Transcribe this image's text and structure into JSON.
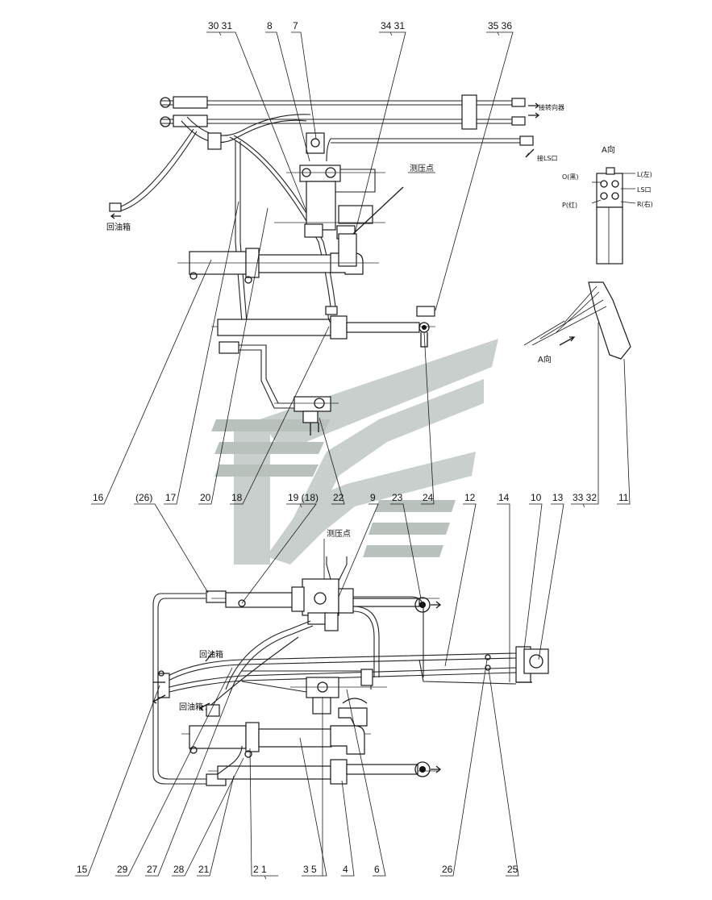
{
  "callouts": {
    "top": [
      "30  31",
      "8",
      "7",
      "34  31",
      "35  36"
    ],
    "middle": [
      "16",
      "17",
      "20",
      "18",
      "22",
      "(26)",
      "19  (18)",
      "9",
      "23",
      "24",
      "12",
      "14",
      "10",
      "13",
      "33  32",
      "11"
    ],
    "bottom": [
      "15",
      "29",
      "27",
      "28",
      "21",
      "2  1",
      "3  5",
      "4",
      "6",
      "26",
      "25"
    ]
  },
  "labels": {
    "return_tank": "回油箱",
    "pressure_test_point": "测压点",
    "to_steering_gear": "接转向器",
    "to_ls_port": "接LS口",
    "view_a": "A向"
  },
  "view_a_ports": {
    "o": "O(黑)",
    "l": "L(左)",
    "ls": "LS口",
    "p": "P(红)",
    "r": "R(右)"
  },
  "colors": {
    "line": "#1a1a1a",
    "watermark": "#c8cfcc"
  }
}
